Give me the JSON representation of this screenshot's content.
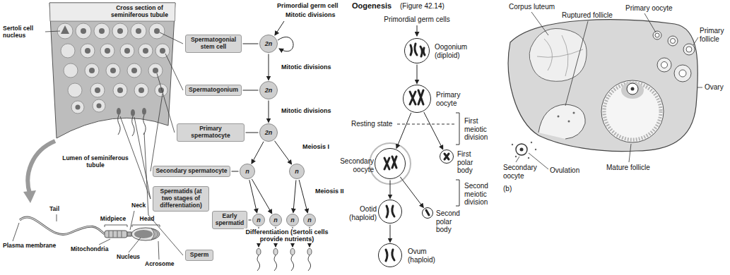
{
  "diagram": {
    "nodes": [
      {
        "text": [
          "Spermatogonial stem cell"
        ]
      },
      {
        "text": [
          "2n"
        ]
      },
      {
        "text": [
          "Spermatogonium"
        ]
      },
      {
        "text": [
          "2n"
        ]
      },
      {
        "text": [
          "Primary spermatocyte"
        ]
      },
      {
        "text": [
          "2n"
        ]
      },
      {
        "text": [
          "Secondary spermatocyte"
        ]
      },
      {
        "text": [
          "n"
        ]
      },
      {
        "text": [
          "n"
        ]
      },
      {
        "text": [
          "Spermatids (at two stages of differentiation)"
        ]
      },
      {
        "text": [
          "Early spermatid"
        ]
      },
      {
        "text": [
          "n"
        ]
      },
      {
        "text": [
          "n"
        ]
      },
      {
        "text": [
          "n"
        ]
      },
      {
        "text": [
          "n"
        ]
      },
      {
        "text": [
          "Sperm"
        ]
      },
      {
        "text": [
          "Oogonium (diploid)"
        ]
      },
      {
        "text": [
          "Primary oocyte"
        ]
      },
      {
        "text": [
          "Secondary oocyte"
        ]
      },
      {
        "text": [
          "First polar body"
        ]
      },
      {
        "text": [
          "Ootid (haploid)"
        ]
      },
      {
        "text": [
          "Second polar body"
        ]
      },
      {
        "text": [
          "Ovum (haploid)"
        ]
      }
    ],
    "edges": [
      {
        "from": 0,
        "to": 1,
        "arrow": "none"
      },
      {
        "from": 1,
        "to": 3,
        "arrow": "to"
      },
      {
        "from": 2,
        "to": 3,
        "arrow": "none"
      },
      {
        "from": 3,
        "to": 5,
        "arrow": "to"
      },
      {
        "from": 4,
        "to": 5,
        "arrow": "none"
      },
      {
        "from": 5,
        "to": 7,
        "arrow": "to"
      },
      {
        "from": 5,
        "to": 8,
        "arrow": "to"
      },
      {
        "from": 6,
        "to": 7,
        "arrow": "none"
      },
      {
        "from": 7,
        "to": 11,
        "arrow": "to"
      },
      {
        "from": 7,
        "to": 12,
        "arrow": "to"
      },
      {
        "from": 8,
        "to": 13,
        "arrow": "to"
      },
      {
        "from": 8,
        "to": 14,
        "arrow": "to"
      },
      {
        "from": 10,
        "to": 11,
        "arrow": "none"
      },
      {
        "from": 16,
        "to": 17,
        "arrow": "to"
      },
      {
        "from": 17,
        "to": 18,
        "arrow": "to"
      },
      {
        "from": 17,
        "to": 19,
        "arrow": "to"
      },
      {
        "from": 18,
        "to": 20,
        "arrow": "to"
      },
      {
        "from": 18,
        "to": 21,
        "arrow": "to"
      },
      {
        "from": 20,
        "to": 22,
        "arrow": "to"
      }
    ],
    "labels": [
      "Primordial germ cell",
      "Mitotic divisions",
      "Mitotic divisions",
      "Mitotic divisions",
      "Meiosis I",
      "Meiosis II",
      "Differentiation (Sertoli cells provide nutrients)",
      "Cross section of seminiferous tubule",
      "Sertoli cell nucleus",
      "Lumen of seminiferous tubule",
      "Tail",
      "Neck",
      "Midpiece",
      "Head",
      "Plasma membrane",
      "Mitochondria",
      "Nucleus",
      "Acrosome",
      "Oogenesis",
      "(Figure 42.14)",
      "Primordial germ cells",
      "Resting state",
      "First meiotic division",
      "Second meiotic division",
      "Corpus luteum",
      "Ruptured follicle",
      "Primary oocyte",
      "Primary follicle",
      "Ovary",
      "Secondary oocyte",
      "Ovulation",
      "Mature follicle",
      "(b)"
    ]
  }
}
